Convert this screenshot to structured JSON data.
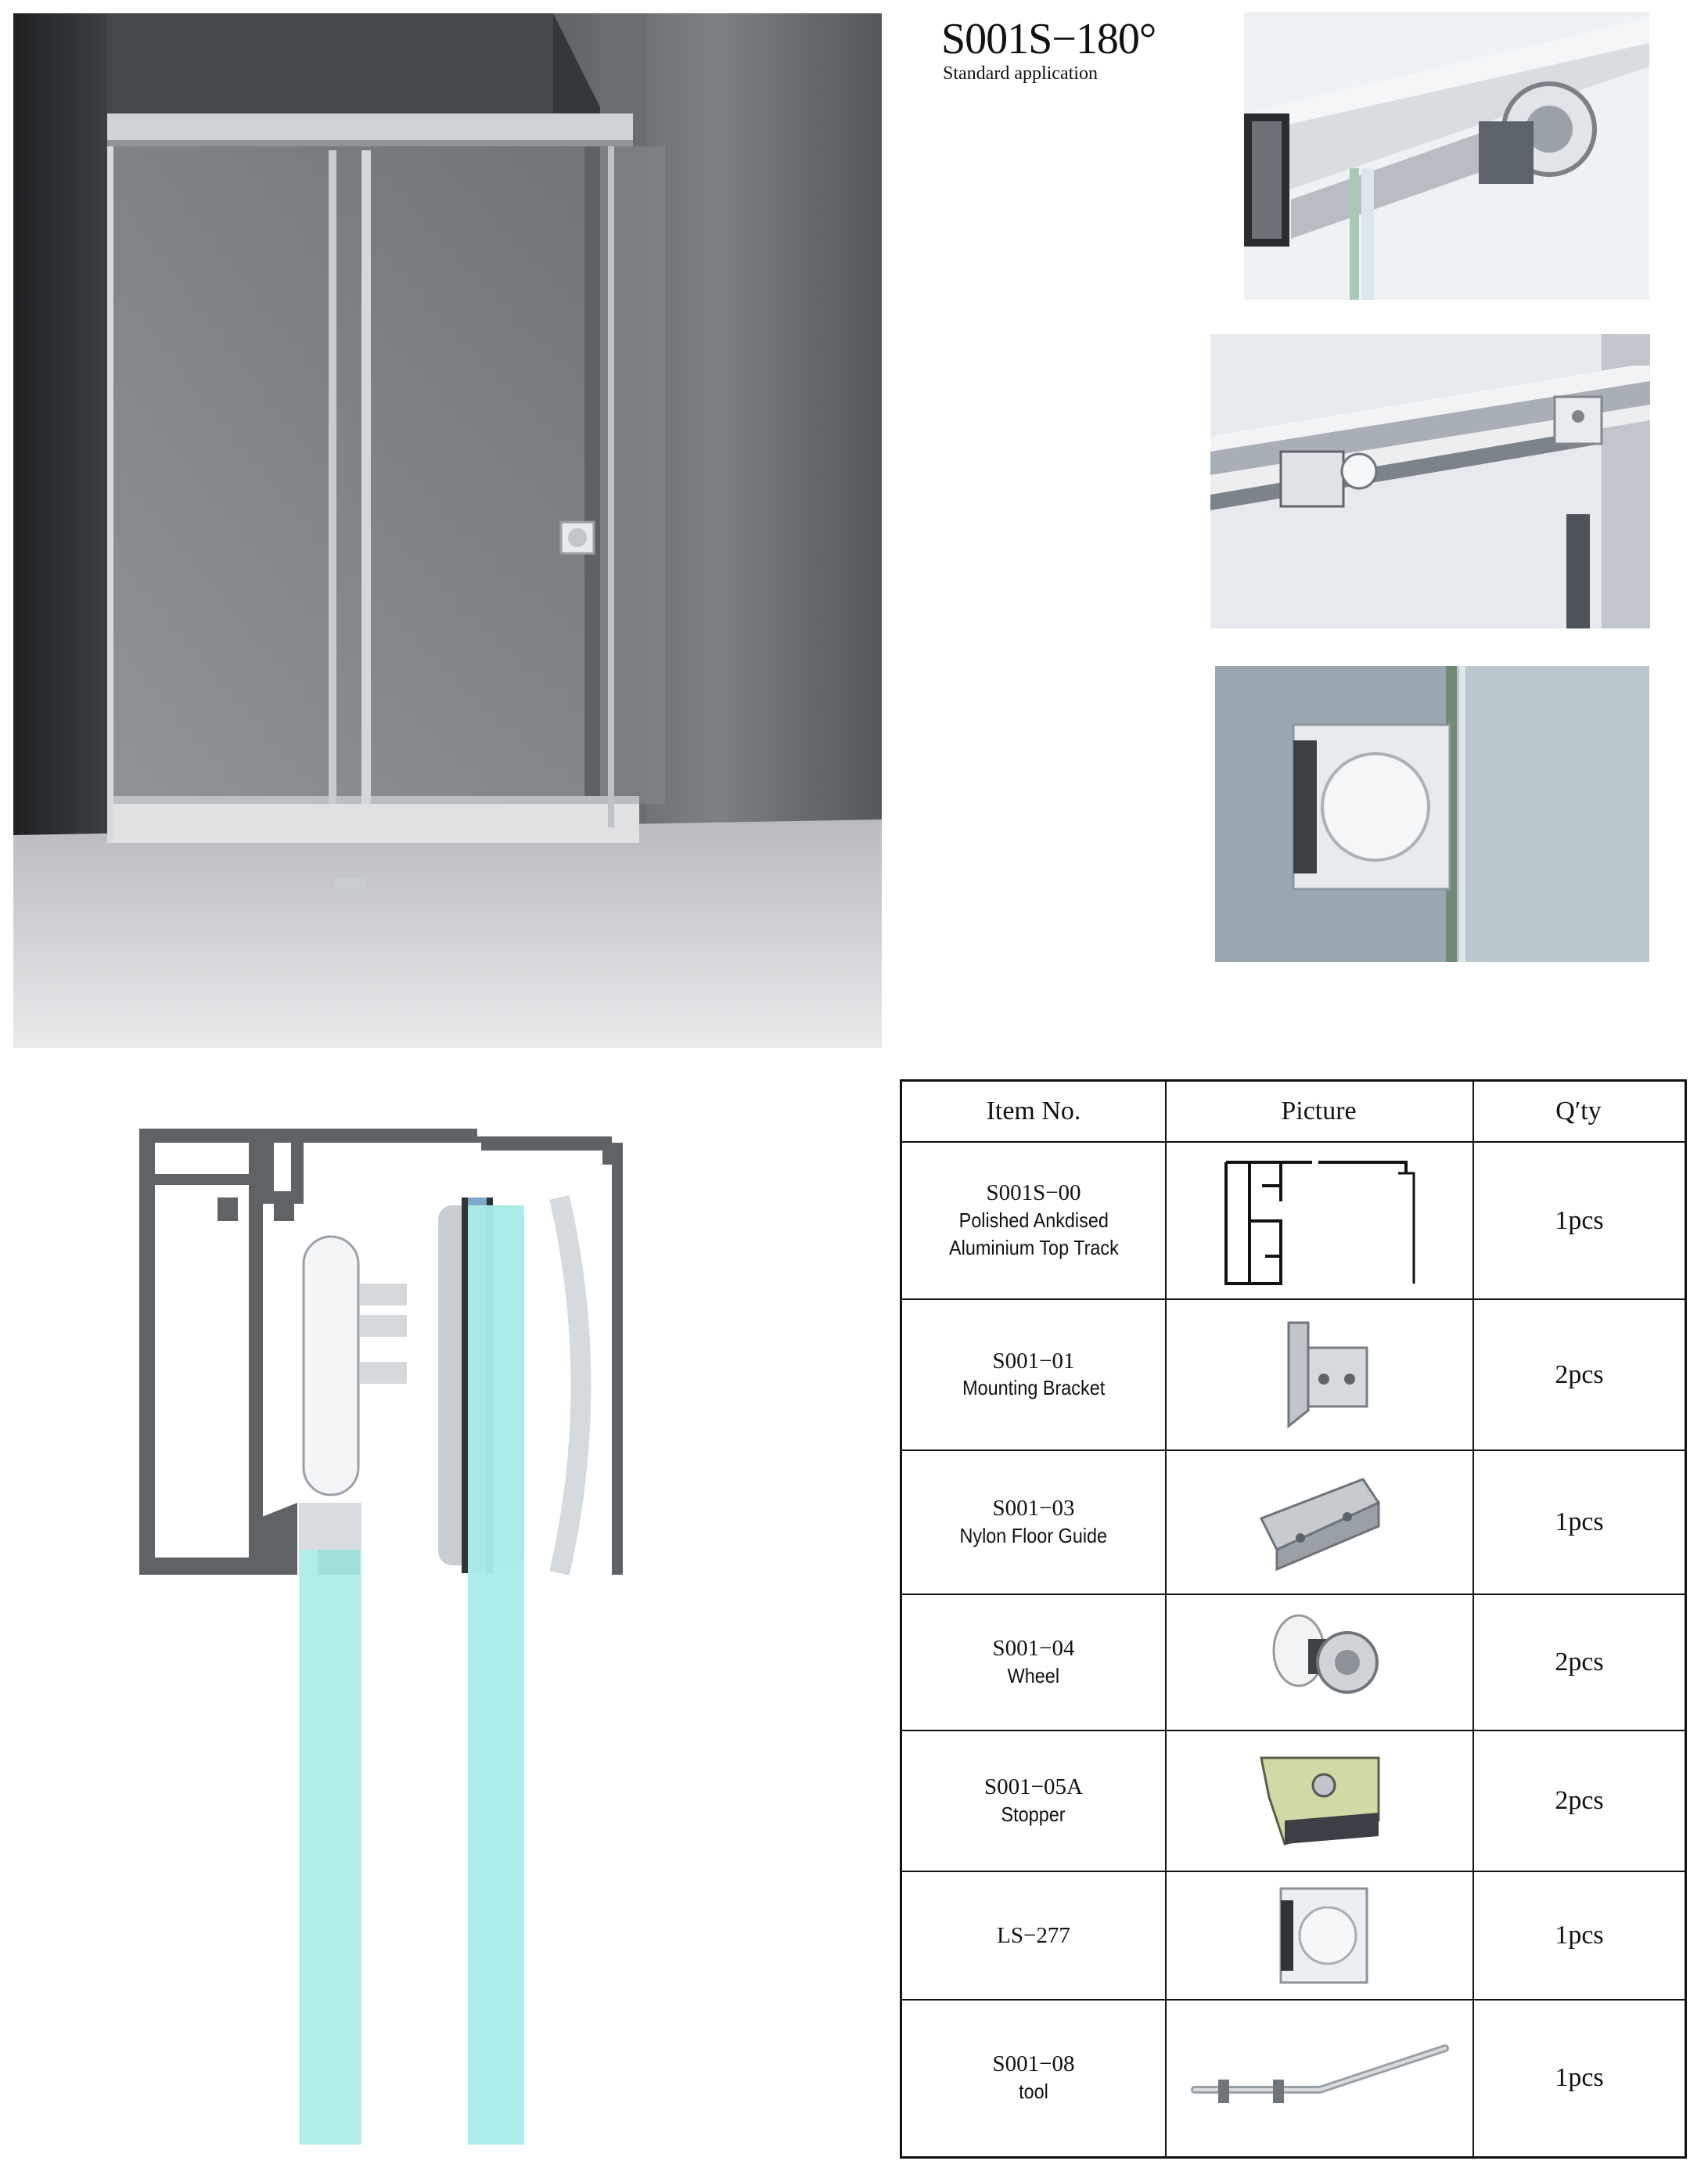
{
  "header": {
    "title": "S001S−180°",
    "subtitle": "Standard application"
  },
  "images": {
    "hero": "sliding-shower-door-photo",
    "detail_top_track": "top-track-wheel-closeup",
    "detail_bracket": "mounting-bracket-closeup",
    "detail_handle": "door-handle-closeup",
    "section": "top-track-cross-section-drawing"
  },
  "colors": {
    "profile_gray": "#5f6366",
    "glass_blue": "#a9ece8",
    "chrome": "#c9ced3",
    "table_border": "#111111"
  },
  "table": {
    "headers": {
      "item": "Item No.",
      "picture": "Picture",
      "qty": "Q′ty"
    },
    "rows": [
      {
        "code": "S001S−00",
        "name": "Polished Ankdised",
        "name2": "Aluminium Top Track",
        "qty": "1pcs",
        "icon": "top-track-profile-icon"
      },
      {
        "code": "S001−01",
        "name": "Mounting Bracket",
        "name2": "",
        "qty": "2pcs",
        "icon": "mounting-bracket-icon"
      },
      {
        "code": "S001−03",
        "name": "Nylon Floor Guide",
        "name2": "",
        "qty": "1pcs",
        "icon": "floor-guide-icon"
      },
      {
        "code": "S001−04",
        "name": "Wheel",
        "name2": "",
        "qty": "2pcs",
        "icon": "wheel-icon"
      },
      {
        "code": "S001−05A",
        "name": "Stopper",
        "name2": "",
        "qty": "2pcs",
        "icon": "stopper-icon"
      },
      {
        "code": "LS−277",
        "name": "",
        "name2": "",
        "qty": "1pcs",
        "icon": "handle-icon"
      },
      {
        "code": "S001−08",
        "name": "tool",
        "name2": "",
        "qty": "1pcs",
        "icon": "tool-icon"
      }
    ]
  }
}
